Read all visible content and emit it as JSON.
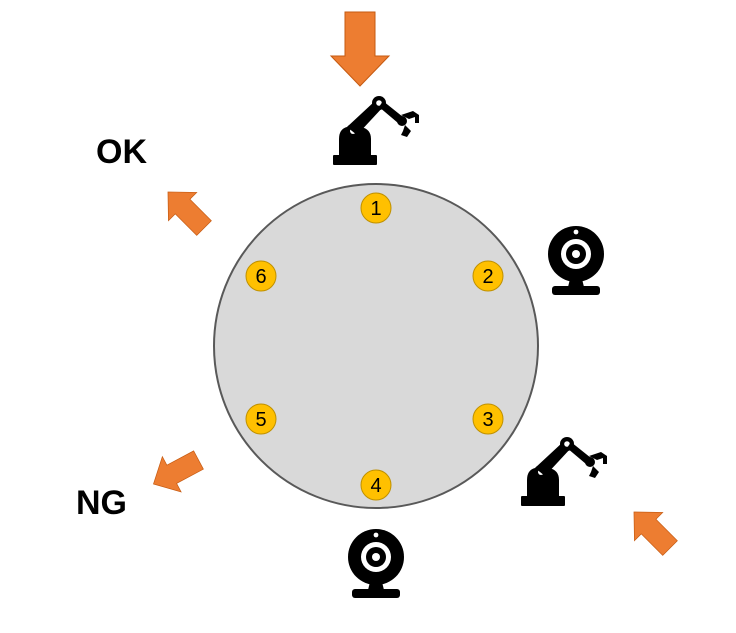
{
  "colors": {
    "table_fill": "#d9d9d9",
    "table_stroke": "#595959",
    "station_fill": "#ffc000",
    "station_stroke": "#bf9000",
    "arrow_fill": "#ed7d31",
    "arrow_stroke": "#c55a11",
    "icon": "#000000"
  },
  "stations": [
    {
      "label": "1"
    },
    {
      "label": "2"
    },
    {
      "label": "3"
    },
    {
      "label": "4"
    },
    {
      "label": "5"
    },
    {
      "label": "6"
    }
  ],
  "outputs": {
    "ok_label": "OK",
    "ng_label": "NG"
  },
  "icons": {
    "robot_top": "robot-arm-icon",
    "robot_bottom_right": "robot-arm-icon",
    "camera_right": "webcam-icon",
    "camera_bottom": "webcam-icon"
  }
}
